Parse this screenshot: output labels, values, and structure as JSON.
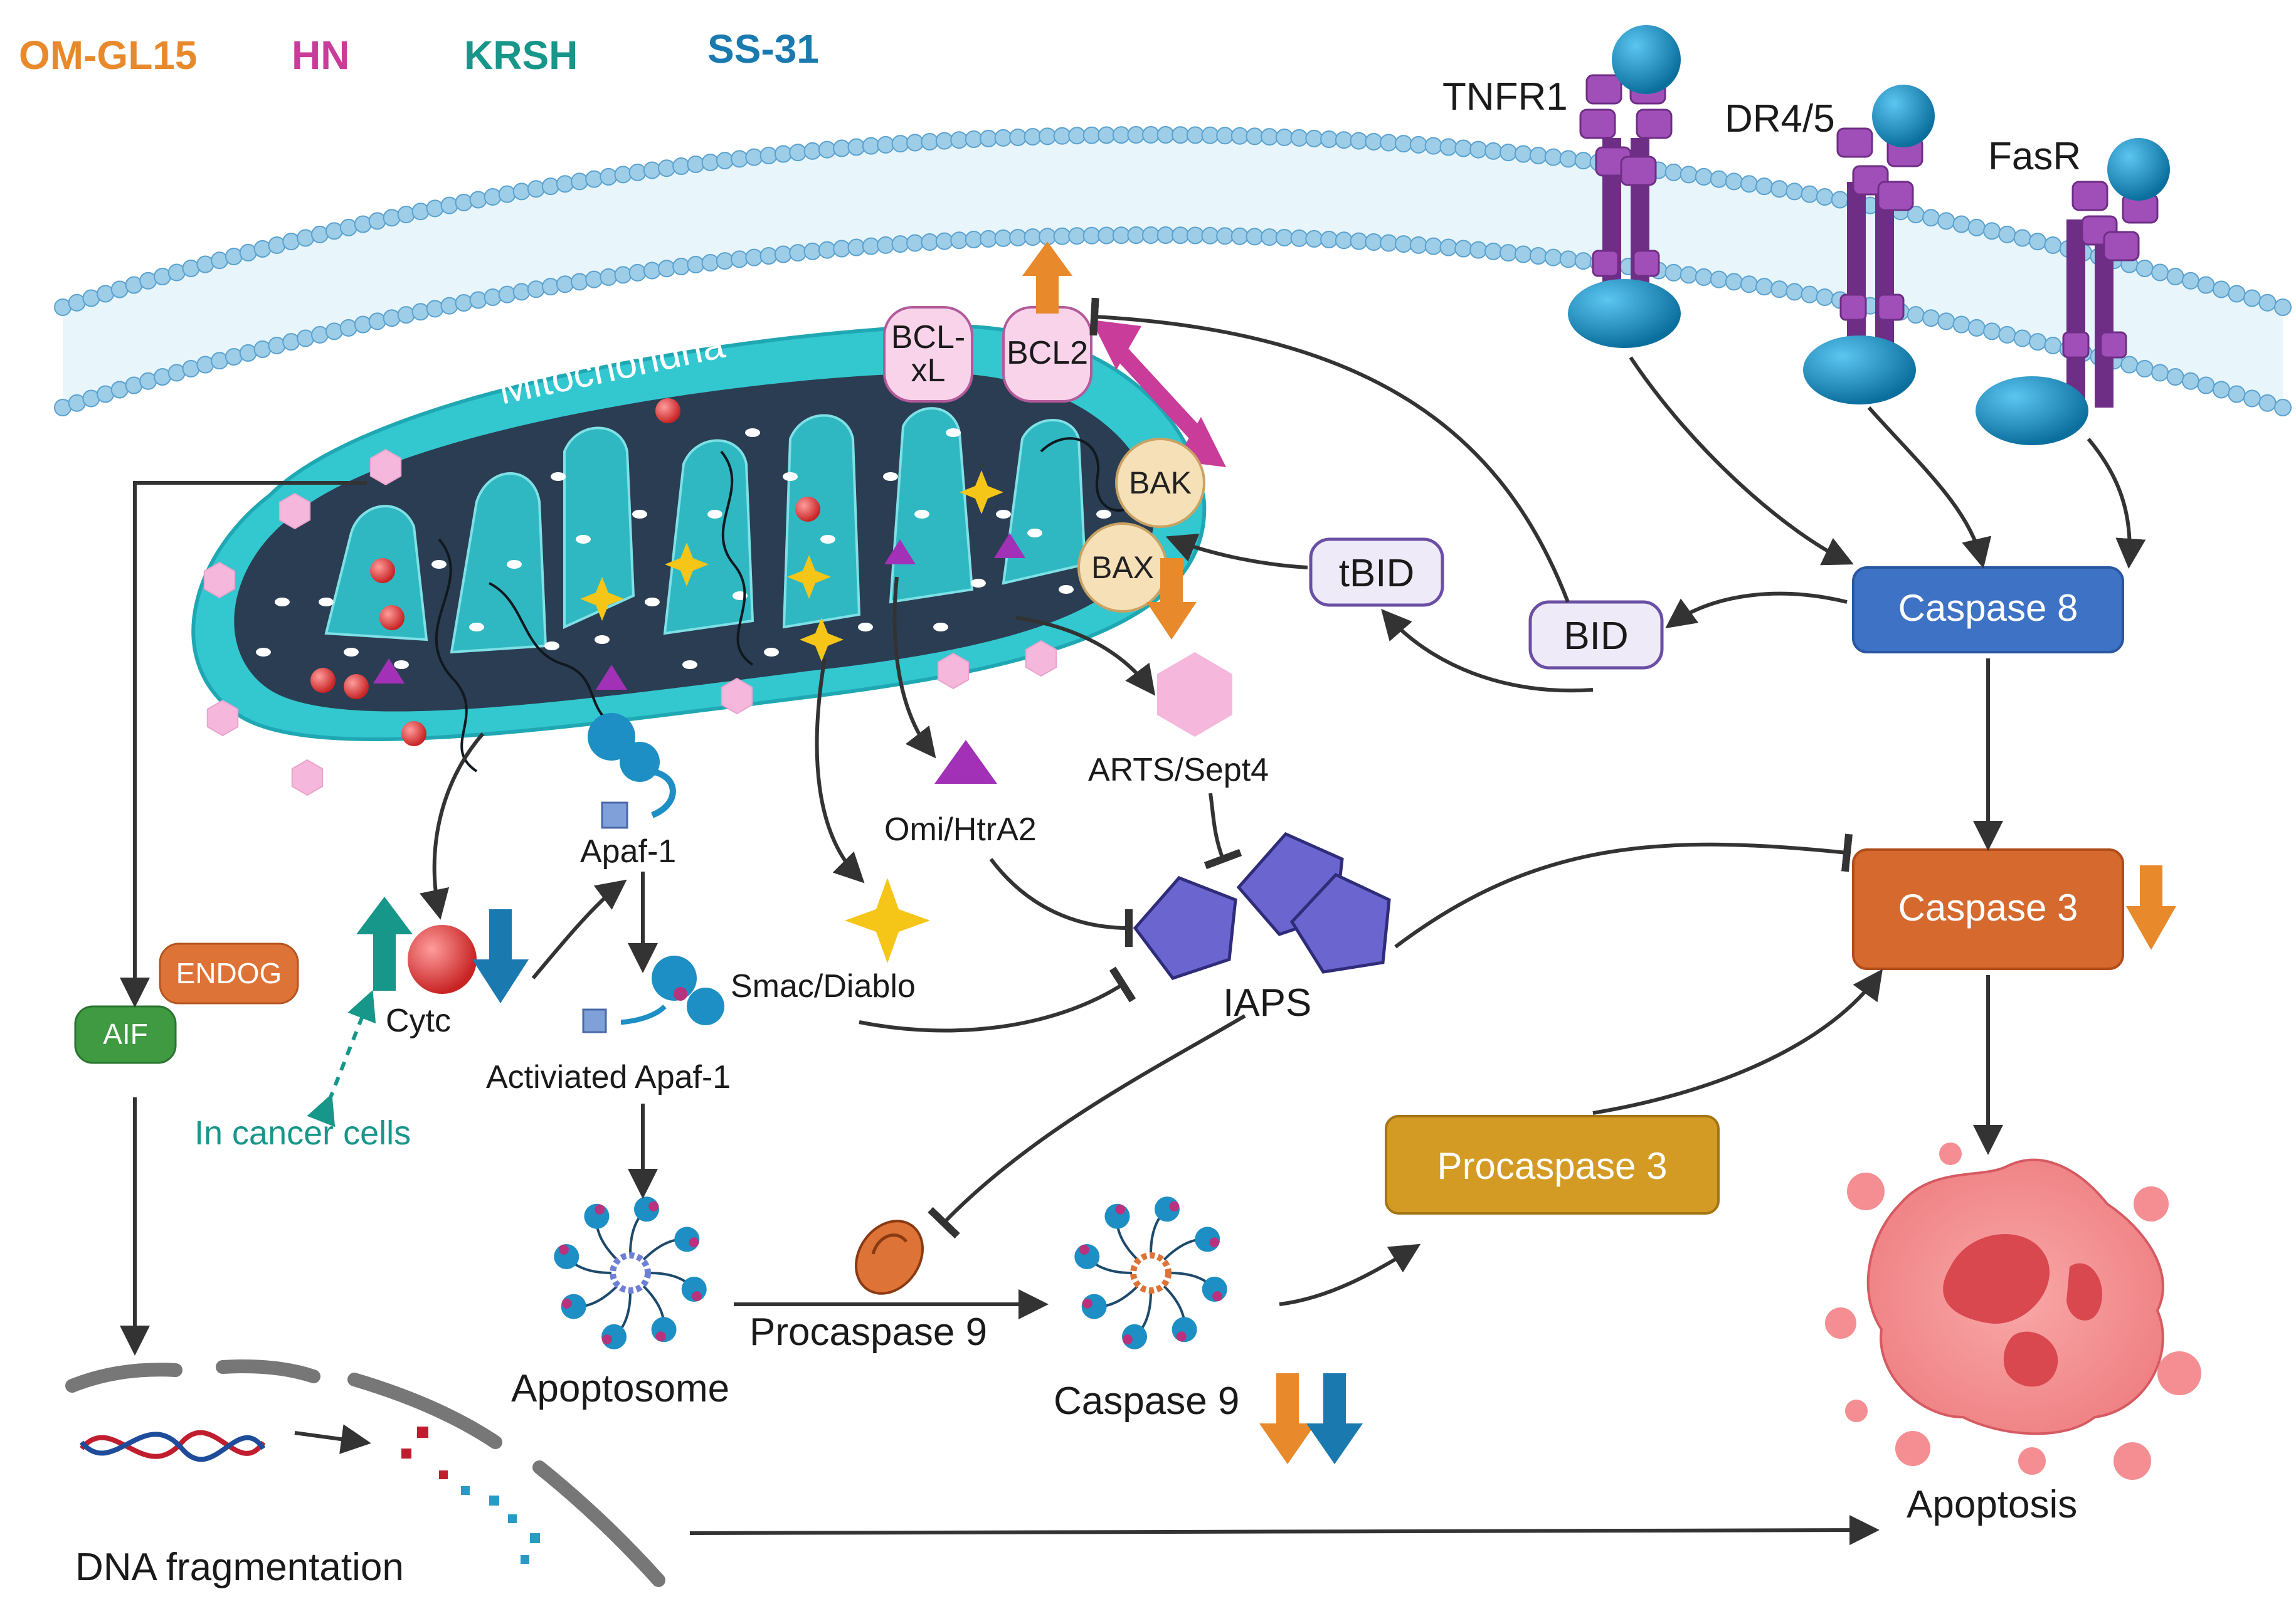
{
  "legend": [
    {
      "label": "OM-GL15",
      "color": "#e8892b"
    },
    {
      "label": "HN",
      "color": "#c93c9a"
    },
    {
      "label": "KRSH",
      "color": "#17968a"
    },
    {
      "label": "SS-31",
      "color": "#1a7ab0"
    }
  ],
  "receptors": {
    "tnfr1": "TNFR1",
    "dr45": "DR4/5",
    "fasr": "FasR"
  },
  "mitochondria": {
    "label": "Mitochondria"
  },
  "proteins": {
    "bclxl": "BCL-\nxL",
    "bclxl_line1": "BCL-",
    "bclxl_line2": "xL",
    "bcl2": "BCL2",
    "bak": "BAK",
    "bax": "BAX",
    "tbid": "tBID",
    "bid": "BID"
  },
  "caspases": {
    "caspase8": "Caspase 8",
    "caspase3": "Caspase 3",
    "procaspase3": "Procaspase 3",
    "caspase9": "Caspase 9",
    "procaspase9": "Procaspase 9"
  },
  "labels": {
    "arts": "ARTS/Sept4",
    "omi": "Omi/HtrA2",
    "smac": "Smac/Diablo",
    "iaps": "IAPS",
    "apaf1": "Apaf-1",
    "activated_apaf1": "Activiated Apaf-1",
    "apoptosome": "Apoptosome",
    "cytc": "Cytc",
    "in_cancer": "In cancer cells",
    "endog": "ENDOG",
    "aif": "AIF",
    "dna_frag": "DNA fragmentation",
    "apoptosis": "Apoptosis"
  },
  "colors": {
    "membrane": "#9ecde8",
    "mito_outer": "#33c7cf",
    "mito_inner": "#2b3d52",
    "caspase8": "#3d72c4",
    "caspase3": "#d5692e",
    "procaspase3": "#d39b24",
    "endog": "#de7337",
    "aif": "#3f9a42",
    "receptor_purple": "#8e3fa3",
    "receptor_blue": "#1d8fc4",
    "iaps": "#6b66cf",
    "omgl15_arrow": "#e8892b",
    "hn_arrow": "#c93c9a",
    "krsh_arrow": "#17968a",
    "ss31_arrow": "#1a7ab0"
  }
}
